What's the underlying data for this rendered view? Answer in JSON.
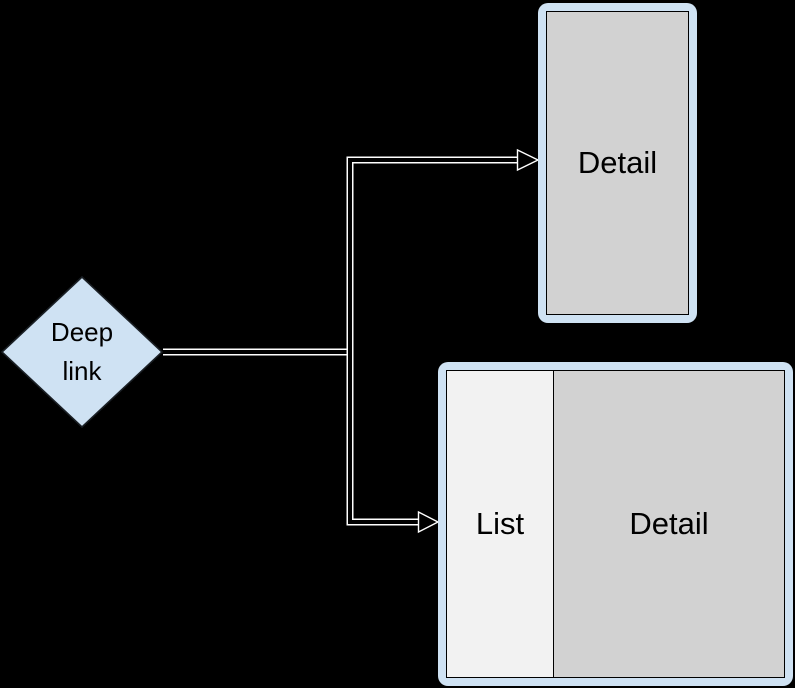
{
  "colors": {
    "background": "#000000",
    "connector": "#ffffff",
    "node-fill": "#cfe2f3",
    "node-stroke": "#1a1f24",
    "frame-fill": "#cfe2f3",
    "panel-gray": "#d2d2d2",
    "panel-light": "#f2f2f2",
    "panel-stroke": "#000000",
    "text": "#000000"
  },
  "nodes": {
    "deep_link": {
      "label_line1": "Deep",
      "label_line2": "link"
    },
    "detail_screen": {
      "label": "Detail"
    },
    "list_detail_screen": {
      "list_label": "List",
      "detail_label": "Detail"
    }
  }
}
